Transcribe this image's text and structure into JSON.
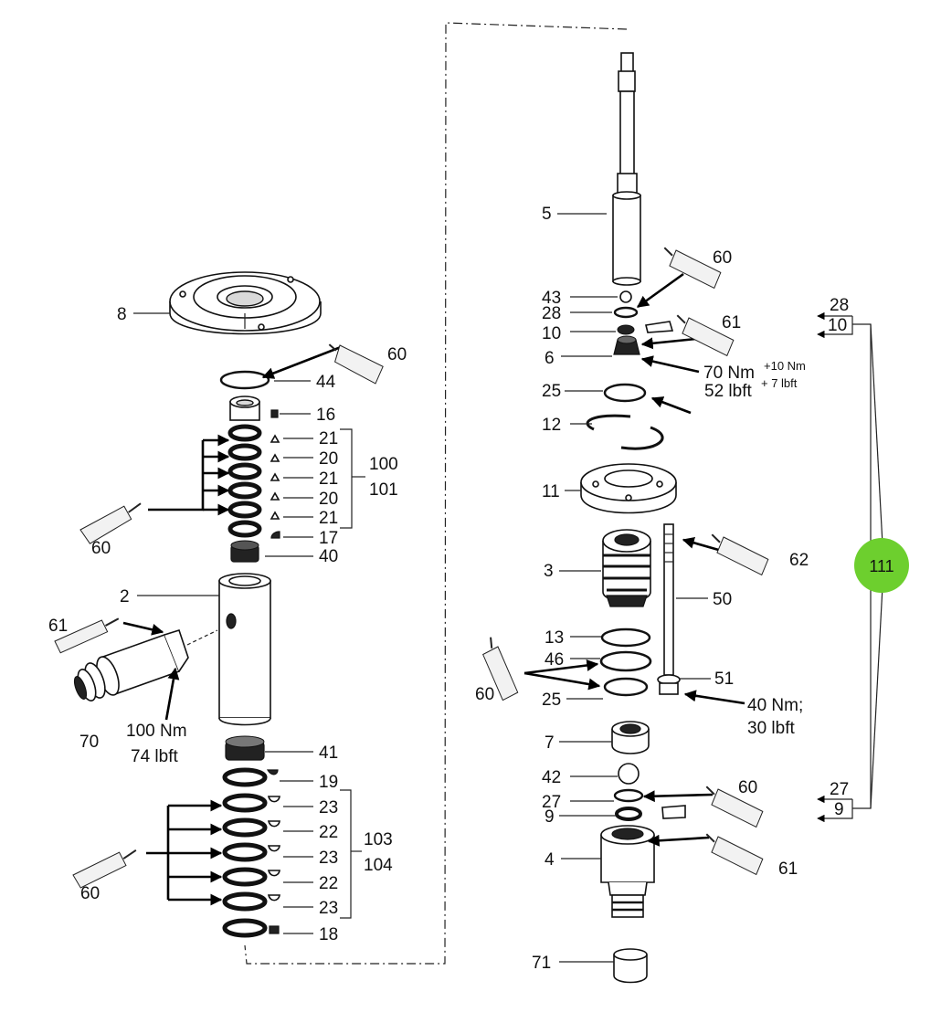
{
  "callouts": {
    "c8": "8",
    "c60a": "60",
    "c44": "44",
    "c16": "16",
    "c21a": "21",
    "c20a": "20",
    "c21b": "21",
    "c20b": "20",
    "c21c": "21",
    "c17": "17",
    "c100": "100",
    "c101": "101",
    "c60b": "60",
    "c40": "40",
    "c2": "2",
    "c61a": "61",
    "c70": "70",
    "c100nm": "100 Nm",
    "c74lbft": "74 lbft",
    "c41": "41",
    "c19": "19",
    "c23a": "23",
    "c22a": "22",
    "c23b": "23",
    "c22b": "22",
    "c23c": "23",
    "c18": "18",
    "c103": "103",
    "c104": "104",
    "c60c": "60",
    "c5": "5",
    "c60d": "60",
    "c43": "43",
    "c28a": "28",
    "c10a": "10",
    "c61b": "61",
    "c6": "6",
    "c70nm": "70 Nm",
    "c10nm": "+10 Nm",
    "c52lbft": "52 lbft",
    "c7lbft": "+ 7 lbft",
    "c25a": "25",
    "c12": "12",
    "c11": "11",
    "c62": "62",
    "c3": "3",
    "c50": "50",
    "c13": "13",
    "c46": "46",
    "c60e": "60",
    "c51": "51",
    "c25b": "25",
    "c40nm": "40 Nm;",
    "c30lbft": "30 lbft",
    "c7": "7",
    "c42": "42",
    "c27a": "27",
    "c60f": "60",
    "c9a": "9",
    "c4": "4",
    "c61c": "61",
    "c71": "71",
    "c28b": "28",
    "c10b": "10",
    "c27b": "27",
    "c9b": "9",
    "c111": "111"
  },
  "colors": {
    "badge": "#6dcf2e",
    "ink": "#111111",
    "tube": "#f2f2f2"
  }
}
